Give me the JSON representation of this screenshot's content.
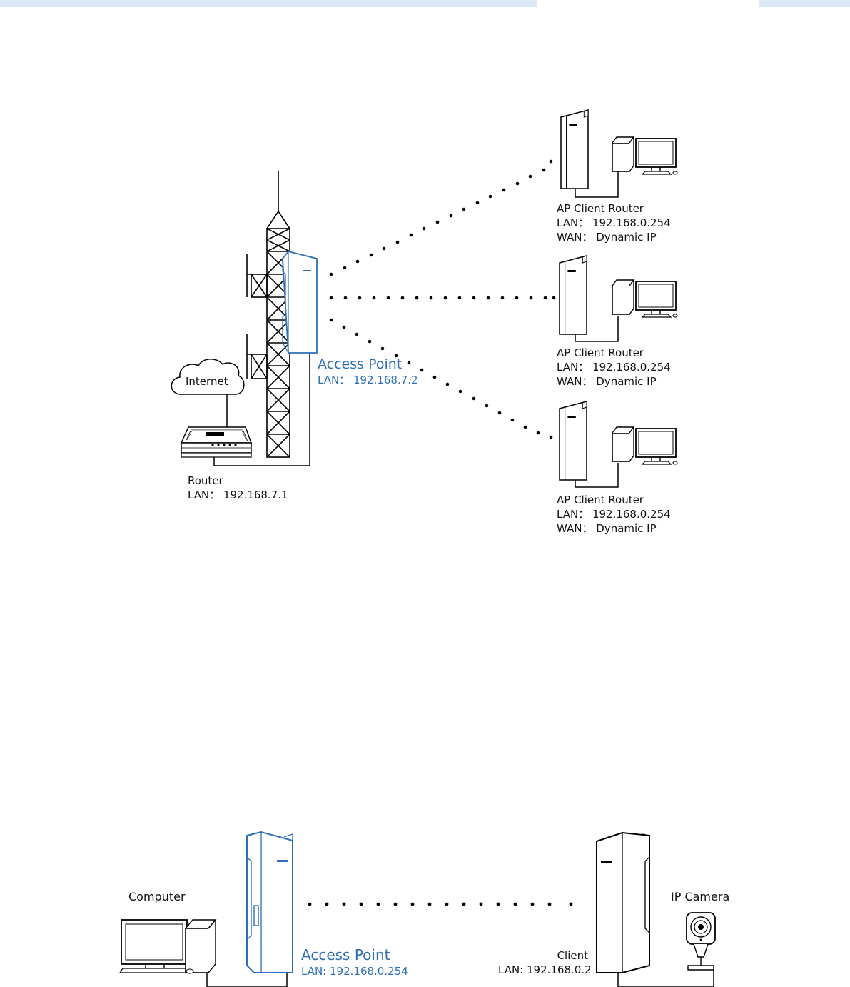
{
  "colors": {
    "header_band": "#dbe9f6",
    "accent_blue": "#2e6fb5",
    "line": "#000000"
  },
  "figure1": {
    "cloud_label": "Internet",
    "router": {
      "name": "Router",
      "lan": "LAN：  192.168.7.1"
    },
    "access_point": {
      "name": "Access Point",
      "lan": "LAN：  192.168.7.2"
    },
    "clients": [
      {
        "name": "AP Client Router",
        "lan": "LAN：   192.168.0.254",
        "wan": "WAN：  Dynamic IP"
      },
      {
        "name": "AP Client Router",
        "lan": "LAN：   192.168.0.254",
        "wan": "WAN：  Dynamic IP"
      },
      {
        "name": "AP Client Router",
        "lan": "LAN：   192.168.0.254",
        "wan": "WAN：  Dynamic IP"
      }
    ]
  },
  "figure2": {
    "computer_label": "Computer",
    "access_point": {
      "name": "Access Point",
      "lan": "LAN: 192.168.0.254"
    },
    "client": {
      "name": "Client",
      "lan": "LAN: 192.168.0.2"
    },
    "camera_label": "IP Camera"
  }
}
